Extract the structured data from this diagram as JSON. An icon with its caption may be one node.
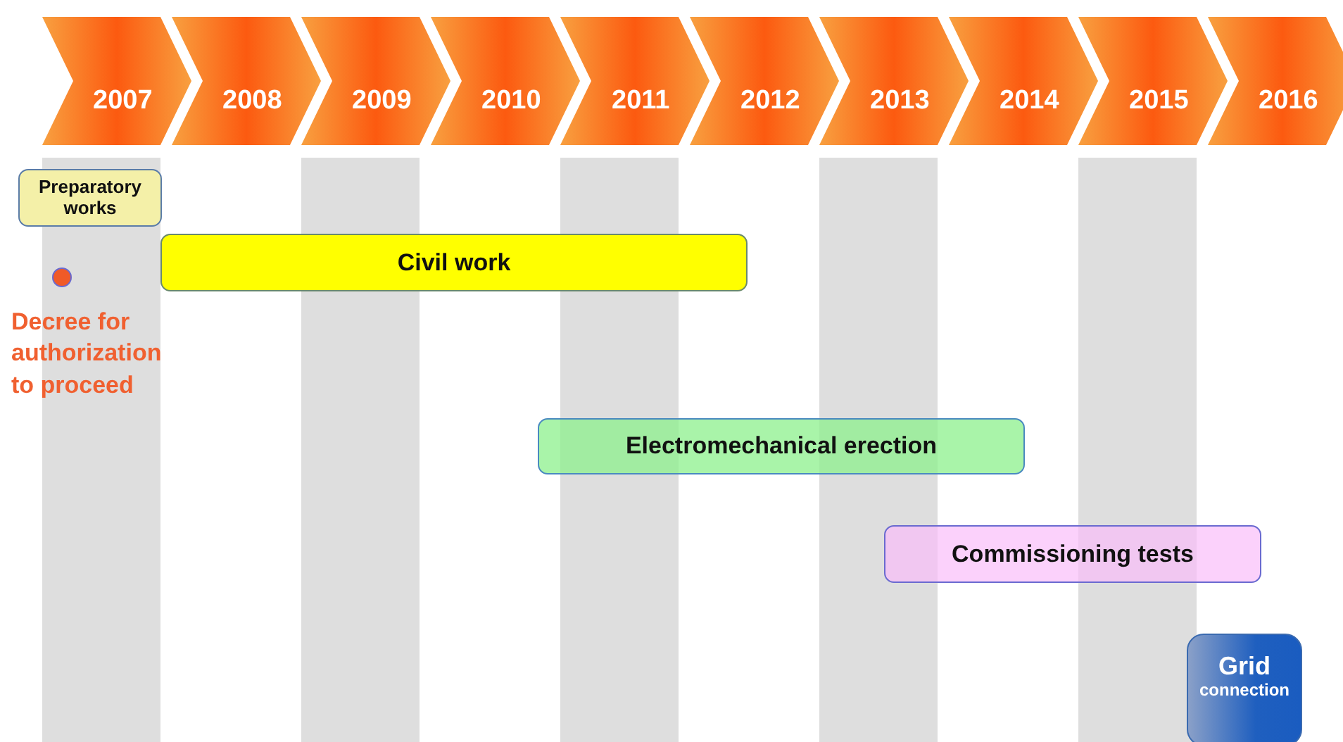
{
  "diagram": {
    "nodes": [
      {
        "text": [
          "Preparatory works"
        ]
      },
      {
        "text": [],
        "shape": "circle",
        "beside": [
          "Decree for authorization to proceed"
        ]
      },
      {
        "text": [
          "Civil work"
        ]
      },
      {
        "text": [
          "Electromechanical erection"
        ]
      },
      {
        "text": [
          "Commissioning tests"
        ]
      },
      {
        "text": [
          "Grid",
          "connection"
        ]
      }
    ],
    "labels": [
      "2007",
      "2008",
      "2009",
      "2010",
      "2011",
      "2012",
      "2013",
      "2014",
      "2015",
      "2016"
    ]
  }
}
